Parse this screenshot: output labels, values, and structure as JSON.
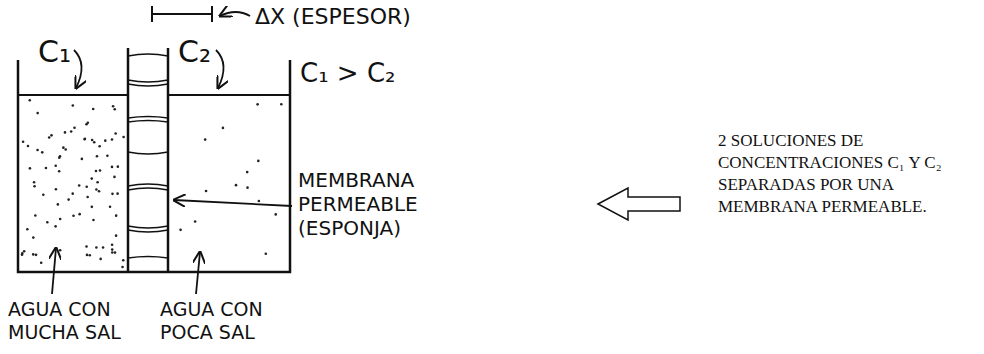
{
  "diagram": {
    "labels": [
      "ΔX (ESPESOR)",
      "C₁",
      "C₂",
      "C₁ > C₂",
      "MEMBRANA PERMEABLE (ESPONJA)",
      "AGUA CON MUCHA SAL",
      "AGUA CON POCA SAL",
      "2 SOLUCIONES DE CONCENTRACIONES C₁ Y C₂ SEPARADAS POR UNA MEMBRANA PERMEABLE."
    ]
  }
}
